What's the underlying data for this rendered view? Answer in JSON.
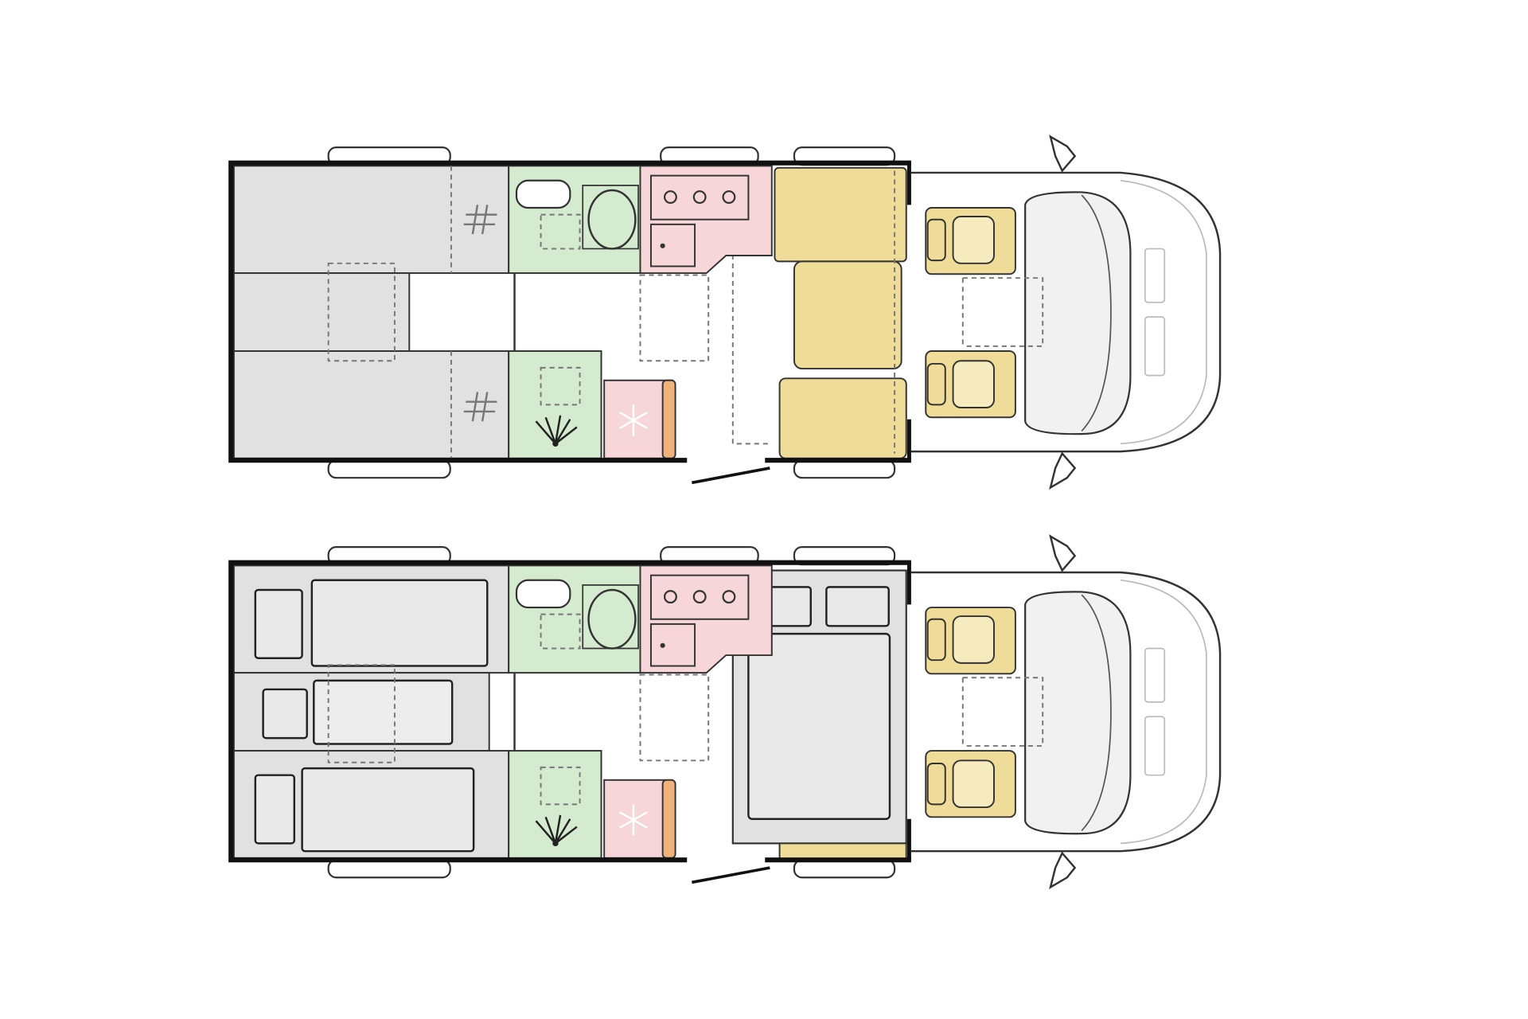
{
  "diagram": {
    "type": "motorhome floor plan",
    "layouts": [
      "day",
      "night"
    ],
    "colors": {
      "bed": "#e1e1e1",
      "bathroom": "#d5ebcf",
      "kitchen": "#f6d6d8",
      "seating": "#eedc98",
      "fridge_edge": "#f0b27a",
      "outline": "#111111",
      "background": "#ffffff"
    }
  }
}
